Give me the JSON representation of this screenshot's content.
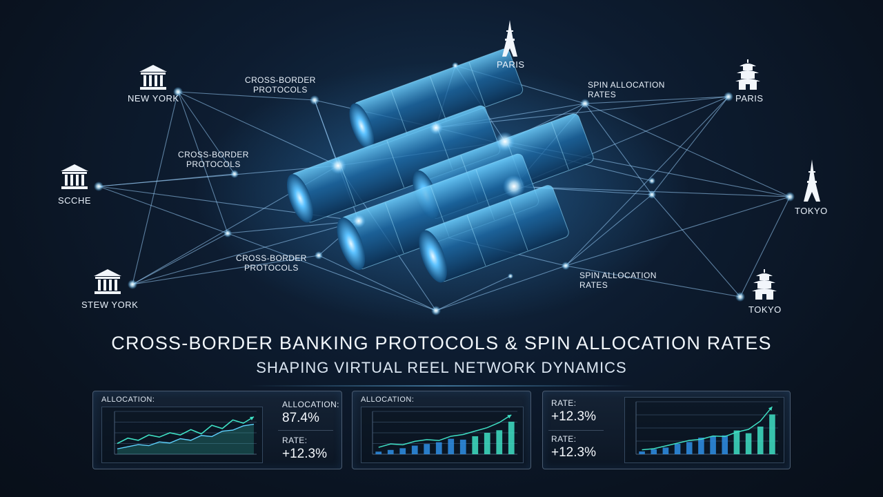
{
  "nodes": {
    "new_york_top": "NEW YORK",
    "scche": "SCCHE",
    "stew_york": "STEW YORK",
    "paris_center": "PARIS",
    "paris_right": "PARIS",
    "tokyo_right": "TOKYO",
    "tokyo_bottom": "TOKYO"
  },
  "protocols": {
    "p1_line1": "CROSS-BORDER",
    "p1_line2": "PROTOCOLS",
    "p2_line1": "CROSS-BORDER",
    "p2_line2": "PROTOCOLS",
    "p3_line1": "CROSS-BORDER",
    "p3_line2": "PROTOCOLS",
    "s1_line1": "SPIN ALLOCATION",
    "s1_line2": "RATES",
    "s2_line1": "SPIN ALLOCATION",
    "s2_line2": "RATES"
  },
  "headline": "CROSS-BORDER BANKING PROTOCOLS & SPIN ALLOCATION RATES",
  "subline": "SHAPING VIRTUAL REEL NETWORK DYNAMICS",
  "panels": {
    "p1": {
      "title": "ALLOCATION:",
      "stat1_label": "ALLOCATION:",
      "stat1_value": "87.4%",
      "stat2_label": "RATE:",
      "stat2_value": "+12.3%"
    },
    "p2": {
      "title": "ALLOCATION:"
    },
    "p3": {
      "stat1_label": "RATE:",
      "stat1_value": "+12.3%",
      "stat2_label": "RATE:",
      "stat2_value": "+12.3%"
    }
  },
  "colors": {
    "accent": "#5fd3ff",
    "teal": "#3fe0c4",
    "bar": "#2f8fe6",
    "bg": "#0d1c30"
  },
  "chart_data": [
    {
      "type": "area",
      "series": [
        {
          "values": [
            2,
            3,
            2.6,
            3.6,
            3.2,
            4,
            3.6,
            4.6,
            3.8,
            5.4,
            4.8,
            6.4,
            5.8,
            7
          ]
        },
        {
          "values": [
            1,
            1.4,
            1.8,
            1.6,
            2.3,
            2.1,
            2.9,
            2.6,
            3.5,
            3.3,
            4.3,
            4.5,
            5.3,
            5.6
          ]
        }
      ],
      "ylim": [
        0,
        8
      ]
    },
    {
      "type": "bar",
      "values": [
        0.6,
        1.0,
        1.4,
        2.0,
        2.4,
        2.8,
        3.6,
        3.4,
        4.2,
        5.0,
        5.6,
        7.6
      ],
      "trend": [
        1.6,
        2.4,
        2.2,
        3.0,
        3.4,
        3.2,
        4.2,
        4.6,
        5.4,
        6.2,
        7.4,
        9.2
      ],
      "ylim": [
        0,
        10
      ]
    },
    {
      "type": "bar",
      "values": [
        0.5,
        0.9,
        1.2,
        1.9,
        2.2,
        3.0,
        3.2,
        3.4,
        4.3,
        3.8,
        5.0,
        7.2
      ],
      "trend": [
        0.8,
        1.0,
        1.5,
        2.0,
        2.5,
        2.7,
        3.3,
        3.2,
        4.0,
        4.5,
        6.0,
        8.6
      ],
      "ylim": [
        0,
        9.5
      ]
    }
  ]
}
